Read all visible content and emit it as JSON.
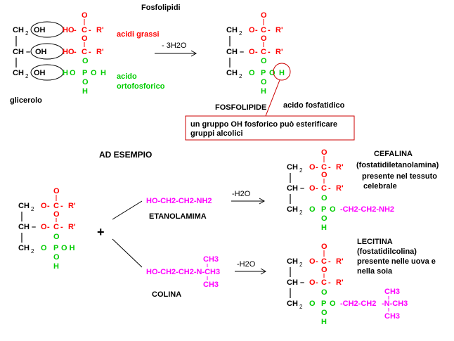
{
  "title": "Fosfolipidi",
  "colors": {
    "acyl": "#ff0000",
    "phosphate": "#00cc00",
    "amine": "#ff00ff",
    "box_border": "#cc0000"
  },
  "labels": {
    "acidi_grassi": "acidi grassi",
    "acido": "acido",
    "ortofosforico": "ortofosforico",
    "glicerolo": "glicerolo",
    "minus_3h2o": "- 3H2O",
    "fosfolipide": "FOSFOLIPIDE",
    "acido_fosfatidico": "acido fosfatidico",
    "note_line1": "un gruppo OH fosforico può esterificare",
    "note_line2": "gruppi alcolici",
    "ad_esempio": "AD ESEMPIO",
    "plus": "+",
    "etanolamina_formula": "HO-CH2-CH2-NH2",
    "etanolamima": "ETANOLAMIMA",
    "colina_formula": "HO-CH2-CH2-N-CH3",
    "colina": "COLINA",
    "minus_h2o_1": "-H2O",
    "minus_h2o_2": "-H2O",
    "cefalina": "CEFALINA",
    "cefalina_desc1": "(fostatidiletanolamina)",
    "cefalina_desc2": "presente nel tessuto",
    "cefalina_desc3": "celebrale",
    "cefalina_tail": "-CH2-CH2-NH2",
    "lecitina": "LECITINA",
    "lecitina_desc1": "(fostatidilcolina)",
    "lecitina_desc2": "presente nelle uova e",
    "lecitina_desc3": "nella soia",
    "lecitina_tail": "-CH2-CH2",
    "lecitina_n": "-N-CH3",
    "ch3": "CH3"
  },
  "chem": {
    "ch2": "CH",
    "ch": "CH –",
    "two": "2",
    "oh": "OH",
    "ho": "HO",
    "o": "O",
    "c": "C",
    "r": "R'",
    "p": "P",
    "h": "H",
    "oh_tail": "O H",
    "dash": "-"
  }
}
